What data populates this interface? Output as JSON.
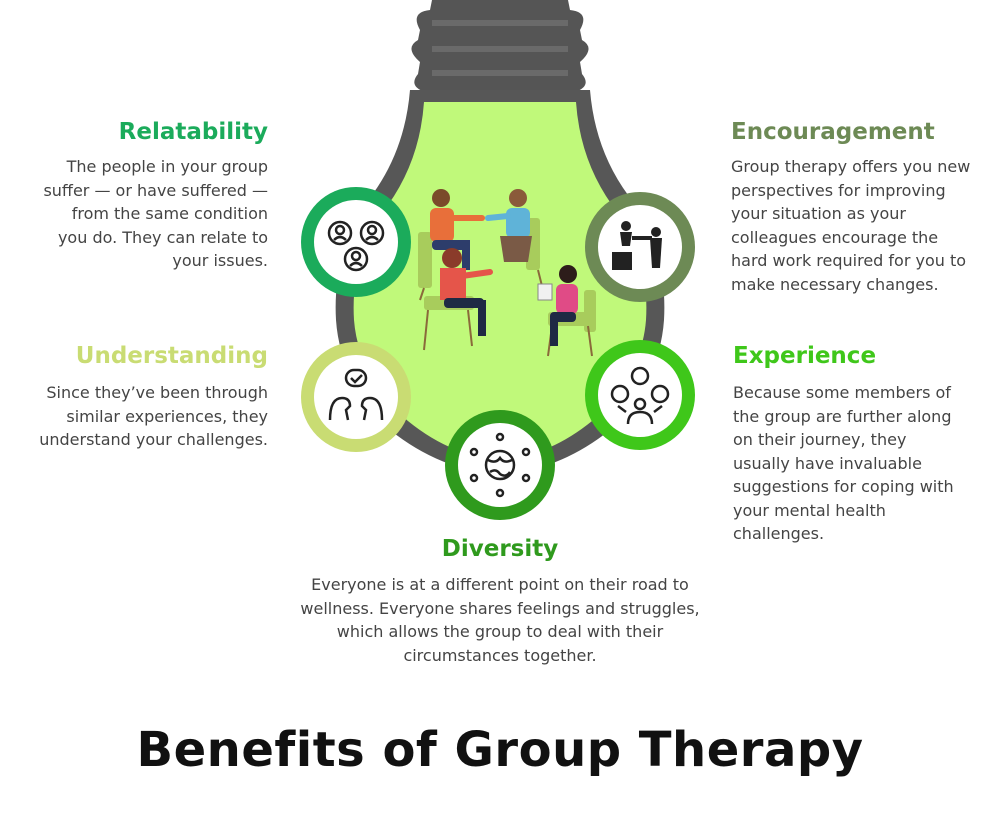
{
  "main_title": "Benefits of Group Therapy",
  "sections": {
    "relatability": {
      "title": "Relatability",
      "text": "The people in your group suffer — or have suffered — from the same condition you do. They can relate to your issues.",
      "color": "#1bab5b",
      "icon": "connected-people-icon"
    },
    "understanding": {
      "title": "Understanding",
      "text": "Since they’ve been through similar experiences, they understand your challenges.",
      "color": "#c9dc73",
      "icon": "conversation-heads-icon"
    },
    "encouragement": {
      "title": "Encouragement",
      "text": "Group therapy offers you new perspectives for improving your situation as your colleagues encourage the hard work required for you to make necessary changes.",
      "color": "#6d8a55",
      "icon": "helping-hand-climb-icon"
    },
    "experience": {
      "title": "Experience",
      "text": "Because some members of the group are further along on their journey, they usually have invaluable suggestions for coping with your mental health challenges.",
      "color": "#3fc71a",
      "icon": "thumbs-up-person-icon"
    },
    "diversity": {
      "title": "Diversity",
      "text": "Everyone is at a different point on their road to wellness. Everyone shares feelings and struggles, which allows the group to deal with their circumstances together.",
      "color": "#2f9a1d",
      "icon": "globe-people-icon"
    }
  },
  "colors": {
    "bulb_glass": "#c0f97a",
    "bulb_outline": "#575757",
    "text": "#444444"
  }
}
